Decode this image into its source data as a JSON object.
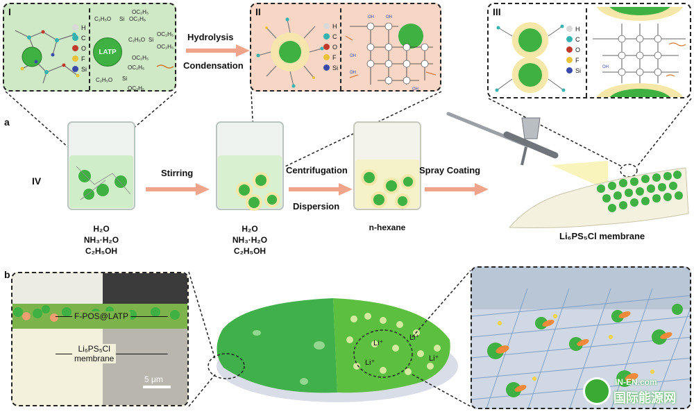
{
  "panel_letters": {
    "a": "a",
    "b": "b"
  },
  "insets": {
    "I": {
      "label": "I",
      "core": "LATP"
    },
    "II": {
      "label": "II"
    },
    "III": {
      "label": "III"
    }
  },
  "legend": [
    {
      "symbol": "H",
      "color": "#d9d9d9"
    },
    {
      "symbol": "C",
      "color": "#35b3b0"
    },
    {
      "symbol": "O",
      "color": "#c0392b"
    },
    {
      "symbol": "F",
      "color": "#e8c33a"
    },
    {
      "symbol": "Si",
      "color": "#3a4aa8"
    }
  ],
  "formulas_I": [
    "C₂H₅O",
    "Si",
    "OC₂H₆",
    "OC₂H₅",
    "C₂H₅O",
    "Si",
    "OC₂H₅",
    "OC₂H₅",
    "OC₂H₅",
    "Si",
    "C₂H₅O",
    "OC₂H₅",
    "OC₂H₅"
  ],
  "arrows": {
    "hydrolysis": "Hydrolysis",
    "condensation": "Condensation",
    "stirring": "Stirring",
    "centrifugation": "Centrifugation",
    "dispersion": "Dispersion",
    "spray_coating": "Spray Coating"
  },
  "beaker_label": "IV",
  "solvents": {
    "beaker1": [
      "H₂O",
      "NH₃·H₂O",
      "C₂H₅OH"
    ],
    "beaker2": [
      "H₂O",
      "NH₃·H₂O",
      "C₂H₅OH"
    ],
    "beaker3": [
      "n-hexane"
    ]
  },
  "membrane_label": "Li₆PS₅Cl membrane",
  "sem": {
    "coating_label": "F-POS@LATP",
    "membrane_label_1": "Li₆PS₅Cl",
    "membrane_label_2": "membrane",
    "scale_bar": "5 μm"
  },
  "li_labels": [
    "Li⁺",
    "Li⁺",
    "Li⁺",
    "Li⁺"
  ],
  "watermark": {
    "top": "IN-EN.com",
    "bottom": "国际能源网"
  }
}
